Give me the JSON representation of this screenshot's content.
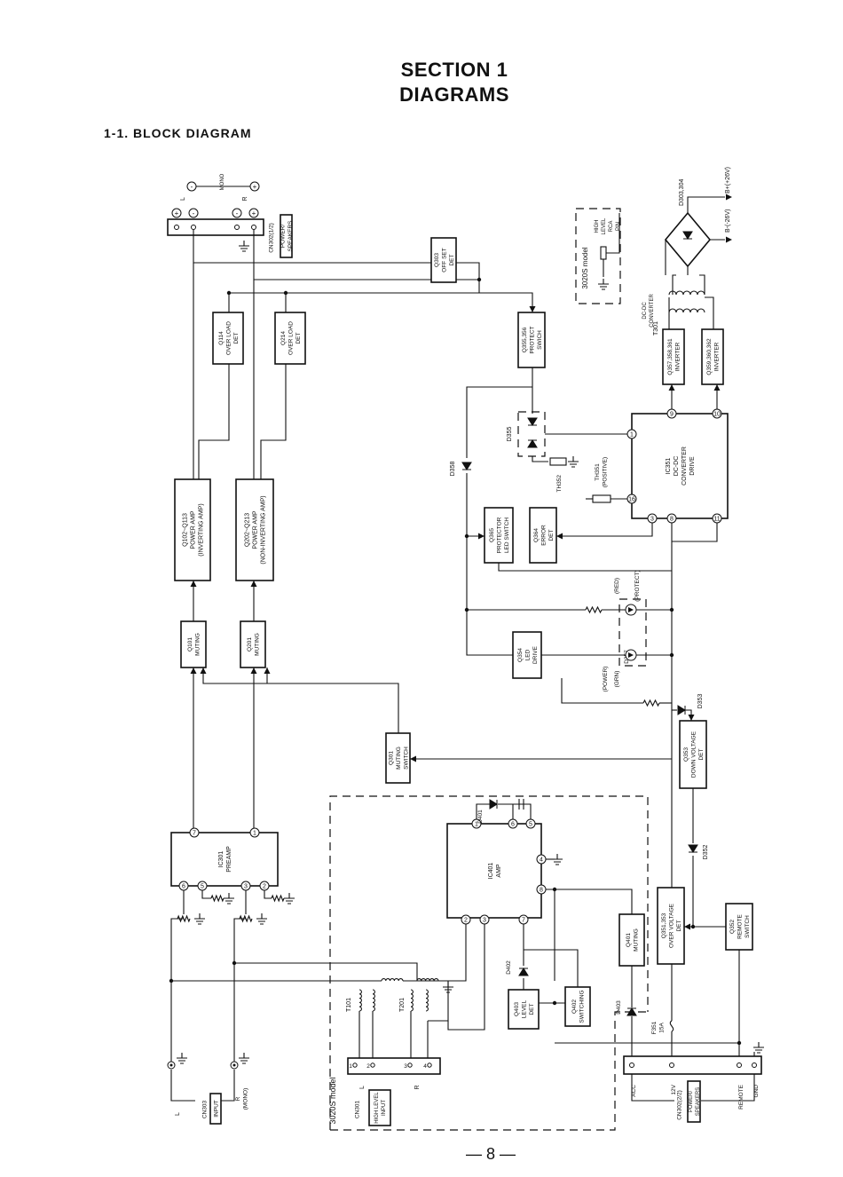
{
  "page": {
    "section": "SECTION 1",
    "title": "DIAGRAMS",
    "subtitle": "1-1.  BLOCK DIAGRAM",
    "page_number": "— 8 —"
  },
  "blocks": {
    "q203": [
      "Q303",
      "OFF SET",
      "DET"
    ],
    "q114": [
      "Q114",
      "OVER LOAD",
      "DET"
    ],
    "q214": [
      "Q214",
      "OVER LOAD",
      "DET"
    ],
    "q355": [
      "Q355,356",
      "PROTECT",
      "SWICH"
    ],
    "q357": [
      "Q357,358,361",
      "INVERTER"
    ],
    "q359": [
      "Q359,360,362",
      "INVERTER"
    ],
    "ic351": [
      "IC351",
      "DC-DC",
      "CONVERTER",
      "DRIVE"
    ],
    "amp1": [
      "Q102~Q113",
      "POWER AMP",
      "(INVERTING AMP)"
    ],
    "amp2": [
      "Q202~Q213",
      "POWER AMP",
      "(NON-INVERTING AMP)"
    ],
    "q365": [
      "Q365",
      "PROTECTOR",
      "LED SWITCH"
    ],
    "q364": [
      "Q364",
      "ERROR",
      "DET"
    ],
    "q101": [
      "Q101",
      "MUTING"
    ],
    "q201": [
      "Q201",
      "MUTING"
    ],
    "q354": [
      "Q354",
      "LED",
      "DRIVE"
    ],
    "q301": [
      "Q301",
      "MUTING",
      "SWITCH"
    ],
    "q353": [
      "Q353",
      "DOWN VOLTAGE",
      "DET"
    ],
    "ic301": [
      "IC301",
      "PREAMP"
    ],
    "ic401": [
      "IC401",
      "AMP"
    ],
    "q401": [
      "Q401",
      "MUTING"
    ],
    "q351": [
      "Q351,353",
      "OVER VOLTAGE",
      "DET"
    ],
    "q352": [
      "Q352",
      "REMOTE",
      "SWITCH"
    ],
    "q403": [
      "Q403",
      "LEVEL",
      "DET"
    ],
    "q402": [
      "Q402",
      "SWITCHING"
    ],
    "cn302": [
      "CN302(1/2)",
      "POWER/",
      "SPEAKERS"
    ],
    "cn303": [
      "CN303",
      "INPUT"
    ],
    "cn301": [
      "CN301",
      "HIGH LEVEL",
      "INPUT"
    ],
    "cn302b": [
      "CN302(2/2)",
      "POWER/",
      "SPEAKERS"
    ]
  },
  "labels": {
    "mono": "MONO",
    "d303": "D303,304",
    "bplus": "B+(+26V)",
    "bminus": "B-(-26V)",
    "t301": [
      "T301",
      "DC-DC",
      "CONVERTER"
    ],
    "model_top": "3020S  model",
    "model_bottom": "3020S  model",
    "high_level": [
      "HIGH",
      "LEVEL"
    ],
    "rca_pin": [
      "RCA",
      "PIN"
    ],
    "d355": "D355",
    "d358": "D358",
    "th352": "TH352",
    "th351": [
      "TH351",
      "(POSITIVE)"
    ],
    "d357": "D357",
    "red": "(RED)",
    "grn": "(GRN)",
    "protect": "(PROTECT)",
    "power": "(POWER)",
    "d353": "D353",
    "d352": "D352",
    "d401": "D401",
    "d402": "D402",
    "d403": "D403",
    "t101": "T101",
    "t201": "T201",
    "f351": [
      "F351",
      "15A"
    ],
    "l": "L",
    "r": "R",
    "r_mono": [
      "R",
      "(MONO)"
    ],
    "acc": "ACC",
    "v12": "12V",
    "remote": "REMOTE",
    "gnd": "GND",
    "plus": "+",
    "minus": "-"
  },
  "pins": {
    "ic351": [
      "1",
      "16",
      "3",
      "8",
      "11",
      "9",
      "10"
    ],
    "ic301": [
      "7",
      "1",
      "6",
      "5",
      "3",
      "2"
    ],
    "ic401": [
      "1",
      "6",
      "5",
      "4",
      "8",
      "2",
      "3",
      "7"
    ],
    "cn301": [
      "1",
      "2",
      "3",
      "4"
    ]
  }
}
